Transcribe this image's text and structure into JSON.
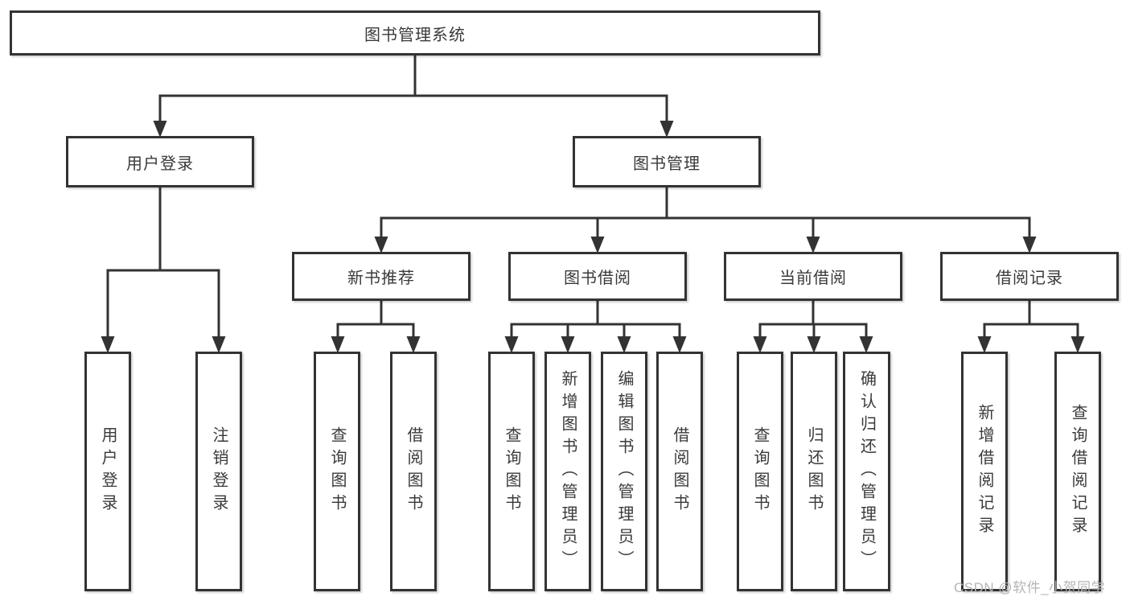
{
  "diagram": {
    "title": "图书管理系统",
    "root": {
      "label": "图书管理系统"
    },
    "level2": [
      {
        "label": "用户登录"
      },
      {
        "label": "图书管理"
      }
    ],
    "level3": [
      {
        "label": "新书推荐",
        "parent": "图书管理"
      },
      {
        "label": "图书借阅",
        "parent": "图书管理"
      },
      {
        "label": "当前借阅",
        "parent": "图书管理"
      },
      {
        "label": "借阅记录",
        "parent": "图书管理"
      }
    ],
    "leaves": [
      {
        "label": "用户登录",
        "parent": "用户登录"
      },
      {
        "label": "注销登录",
        "parent": "用户登录"
      },
      {
        "label": "查询图书",
        "parent": "新书推荐"
      },
      {
        "label": "借阅图书",
        "parent": "新书推荐"
      },
      {
        "label": "查询图书",
        "parent": "图书借阅"
      },
      {
        "label": "新增图书（管理员）",
        "parent": "图书借阅"
      },
      {
        "label": "编辑图书（管理员）",
        "parent": "图书借阅"
      },
      {
        "label": "借阅图书",
        "parent": "图书借阅"
      },
      {
        "label": "查询图书",
        "parent": "当前借阅"
      },
      {
        "label": "归还图书",
        "parent": "当前借阅"
      },
      {
        "label": "确认归还（管理员）",
        "parent": "当前借阅"
      },
      {
        "label": "新增借阅记录",
        "parent": "借阅记录"
      },
      {
        "label": "查询借阅记录",
        "parent": "借阅记录"
      }
    ]
  },
  "watermark": {
    "text": "CSDN @软件_小贺同学"
  },
  "colors": {
    "line": "#333333",
    "box_border": "#333333",
    "box_background": "#ffffff",
    "text": "#3a3a3a",
    "watermark": "#b5b5b8"
  }
}
